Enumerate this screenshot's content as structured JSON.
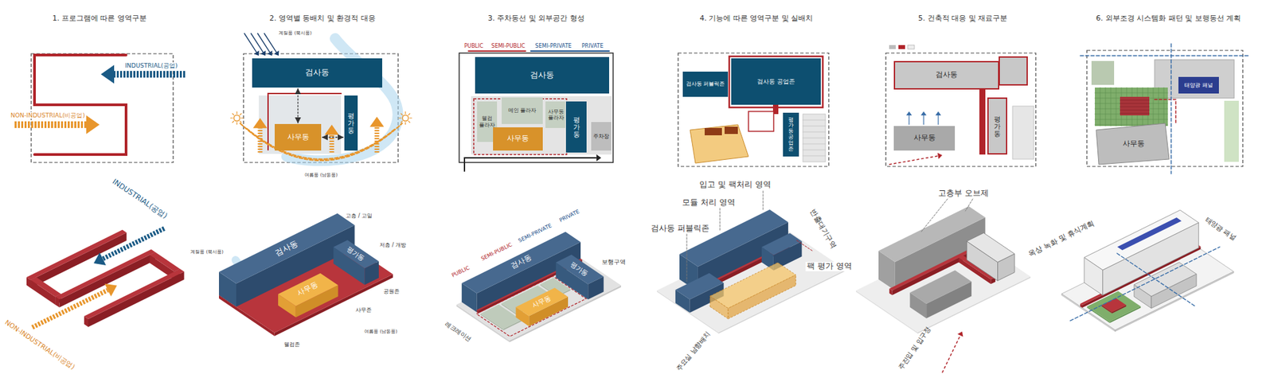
{
  "diagram": {
    "nodes": [
      {
        "text": [
          "검사동"
        ]
      },
      {
        "text": [
          "평가동"
        ]
      },
      {
        "text": [
          "사무동"
        ]
      },
      {
        "text": [
          "검사동"
        ]
      },
      {
        "text": [
          "평가동"
        ]
      },
      {
        "text": [
          "사무동"
        ]
      },
      {
        "text": [
          "검사동"
        ]
      },
      {
        "text": [
          "웰컴 플라자"
        ]
      },
      {
        "text": [
          "메인 플라자"
        ]
      },
      {
        "text": [
          "사무동 플라자"
        ]
      },
      {
        "text": [
          "평가동"
        ]
      },
      {
        "text": [
          "사무동"
        ]
      },
      {
        "text": [
          "주차장"
        ]
      },
      {
        "text": [
          "검사동"
        ]
      },
      {
        "text": [
          "평가동"
        ]
      },
      {
        "text": [
          "사무동"
        ]
      },
      {
        "text": [
          "검사동 퍼블릭존"
        ]
      },
      {
        "text": [
          "검사동 공업존"
        ]
      },
      {
        "text": [
          "평가동 공업존"
        ]
      },
      {
        "text": [
          "검사동"
        ]
      },
      {
        "text": [
          "평가동"
        ]
      },
      {
        "text": [
          "사무동"
        ]
      },
      {
        "text": [
          "사무동"
        ]
      },
      {
        "text": [
          "태양광 패널"
        ]
      }
    ],
    "edges": [
      {
        "from": 0,
        "to": 2,
        "arrow": "both"
      },
      {
        "from": 2,
        "to": 1,
        "arrow": "both"
      }
    ],
    "labels": [
      "1. 프로그램에 따른 영역구분",
      "2. 영역별 동배치 및 환경적 대응",
      "3. 주차동선 및 외부공간 형성",
      "4. 기능에 따른 영역구분 및 실배치",
      "5. 건축적 대응 및 재료구분",
      "6. 외부조경 시스템화 패턴 및 보행동선 계획",
      "INDUSTRIAL(공업)",
      "NON-INDUSTRIAL(비공업)",
      "INDUSTRIAL(공업)",
      "NON-INDUSTRIAL(비공업)",
      "계절풍 (북서풍)",
      "여름풍 (남동풍)",
      "계절풍 (북서풍)",
      "여름풍 (남동풍)",
      "고층 / 고밀",
      "저층 / 개방",
      "공원존",
      "사무존",
      "웰컴존",
      "PUBLIC",
      "SEMI-PUBLIC",
      "SEMI-PRIVATE",
      "PRIVATE",
      "PUBLIC",
      "SEMI-PUBLIC",
      "SEMI-PRIVATE",
      "PRIVATE",
      "보행구역",
      "레크레이션",
      "입고 및 팩처리 영역",
      "모듈 처리 영역",
      "검사동 퍼블릭존",
      "반출대기구역",
      "팩 평가 영역",
      "주요실 남향배치",
      "고층부 오브제",
      "주진입 및 입구정",
      "옥상 녹화 및 휴식계획",
      "태양광 패널"
    ]
  }
}
